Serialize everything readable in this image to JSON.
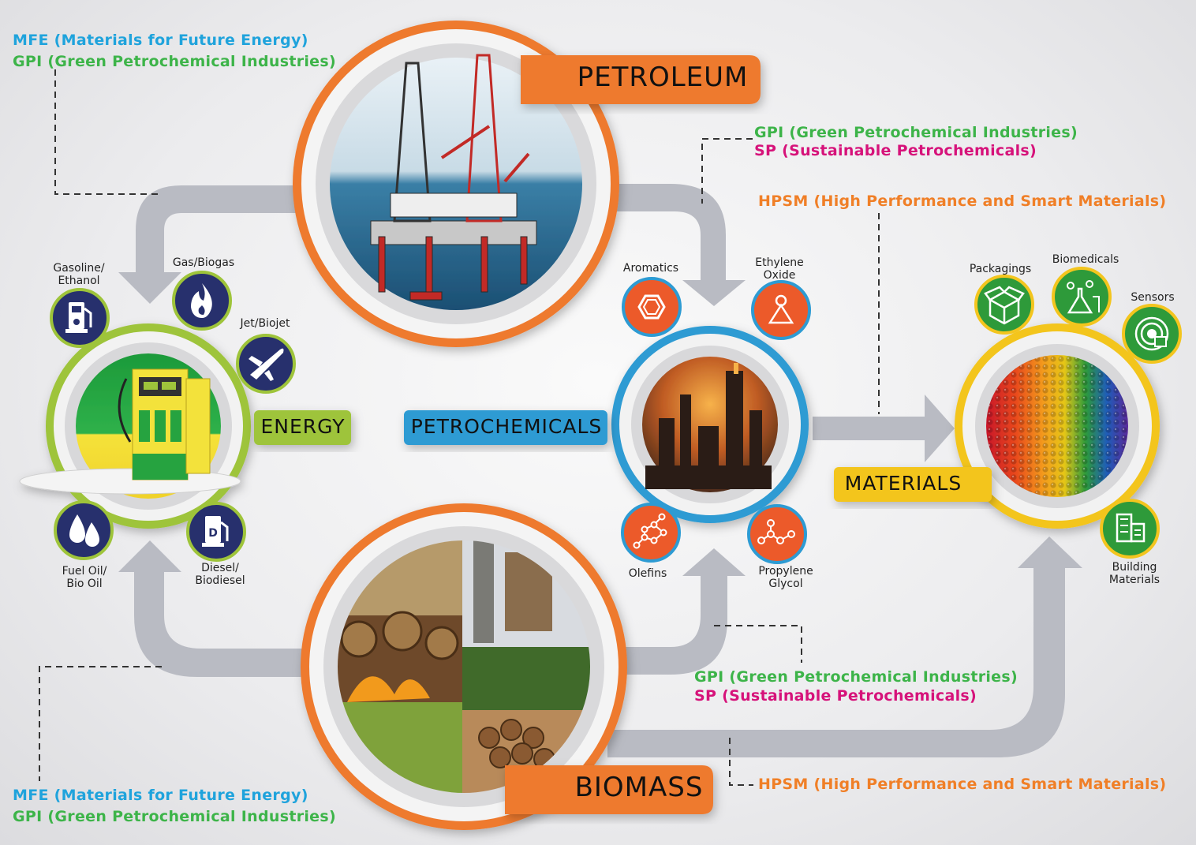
{
  "colors": {
    "mfe_blue": "#1fa3dc",
    "gpi_green": "#3db449",
    "sp_magenta": "#d6127a",
    "hpsm_orange": "#f07f27",
    "petroleum_orange": "#ee7a2e",
    "petrochem_blue": "#2d9bd3",
    "energy_green": "#9ec43a",
    "materials_yellow": "#f3c51e",
    "icon_navy": "#27306d",
    "icon_orange": "#ec5a2a",
    "icon_green": "#2e9a3a",
    "arrow_gray": "#b8bac2"
  },
  "hubs": {
    "petroleum": "PETROLEUM",
    "energy": "ENERGY",
    "petrochemicals": "PETROCHEMICALS",
    "materials": "MATERIALS",
    "biomass": "BIOMASS"
  },
  "annotations": {
    "top_left": {
      "mfe": "MFE (Materials for Future Energy)",
      "gpi": "GPI (Green Petrochemical Industries)"
    },
    "top_mid": {
      "gpi": "GPI (Green Petrochemical Industries)",
      "sp": "SP (Sustainable Petrochemicals)"
    },
    "top_right": {
      "hpsm": "HPSM (High Performance and Smart Materials)"
    },
    "bottom_mid": {
      "gpi": "GPI (Green Petrochemical Industries)",
      "sp": "SP (Sustainable Petrochemicals)"
    },
    "bottom_right": {
      "hpsm": "HPSM (High Performance and Smart Materials)"
    },
    "bottom_left": {
      "mfe": "MFE (Materials for Future Energy)",
      "gpi": "GPI (Green Petrochemical Industries)"
    }
  },
  "energy_items": [
    {
      "icon": "fuel-pump-icon",
      "line1": "Gasoline/",
      "line2": "Ethanol"
    },
    {
      "icon": "flame-icon",
      "line1": "Gas/Biogas",
      "line2": ""
    },
    {
      "icon": "airplane-icon",
      "line1": "Jet/Biojet",
      "line2": ""
    },
    {
      "icon": "droplets-icon",
      "line1": "Fuel Oil/",
      "line2": "Bio Oil"
    },
    {
      "icon": "diesel-pump-icon",
      "line1": "Diesel/",
      "line2": "Biodiesel"
    }
  ],
  "petrochem_items": [
    {
      "icon": "benzene-ring-icon",
      "line1": "Aromatics",
      "line2": ""
    },
    {
      "icon": "triangle-molecule-icon",
      "line1": "Ethylene",
      "line2": "Oxide"
    },
    {
      "icon": "chain-molecule-icon",
      "line1": "Olefins",
      "line2": ""
    },
    {
      "icon": "branched-molecule-icon",
      "line1": "Propylene",
      "line2": "Glycol"
    }
  ],
  "material_items": [
    {
      "icon": "box-icon",
      "line1": "Packagings",
      "line2": ""
    },
    {
      "icon": "flask-icon",
      "line1": "Biomedicals",
      "line2": ""
    },
    {
      "icon": "sensor-icon",
      "line1": "Sensors",
      "line2": ""
    },
    {
      "icon": "building-icon",
      "line1": "Building",
      "line2": "Materials"
    }
  ]
}
